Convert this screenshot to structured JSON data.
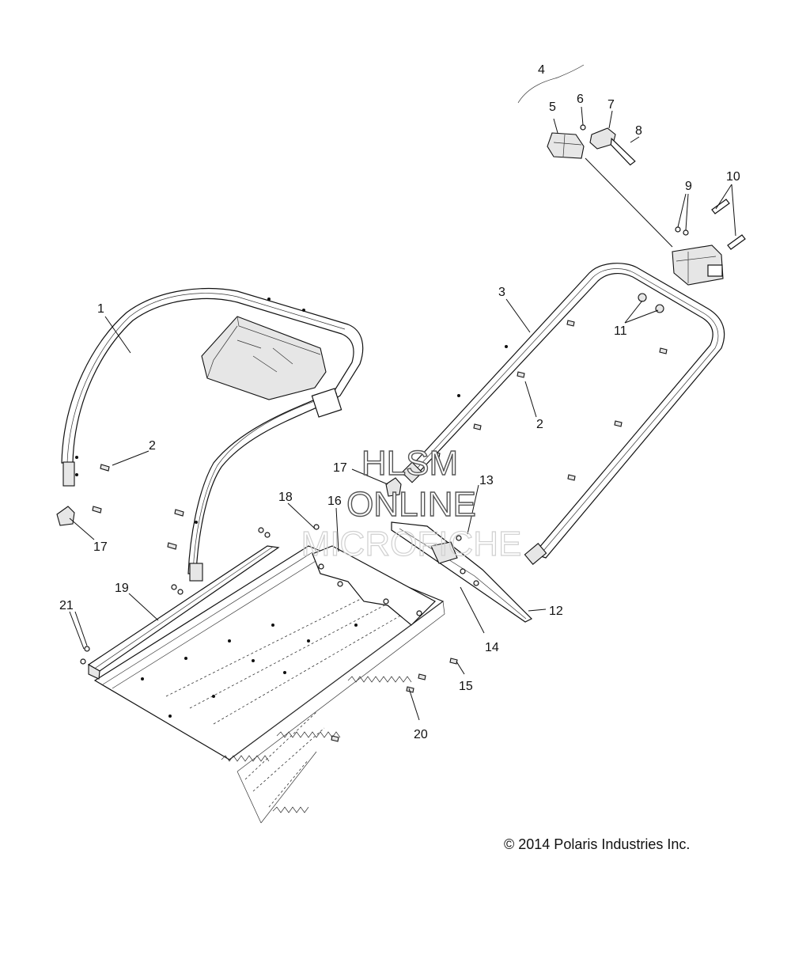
{
  "callouts": [
    "1",
    "2",
    "2",
    "3",
    "4",
    "5",
    "6",
    "7",
    "8",
    "9",
    "10",
    "11",
    "12",
    "13",
    "14",
    "15",
    "16",
    "17",
    "17",
    "18",
    "19",
    "20",
    "21"
  ],
  "watermark": {
    "line1": "HLSM",
    "line2": "ONLINE",
    "line3": "MICROFICHE"
  },
  "copyright": "© 2014 Polaris Industries Inc."
}
